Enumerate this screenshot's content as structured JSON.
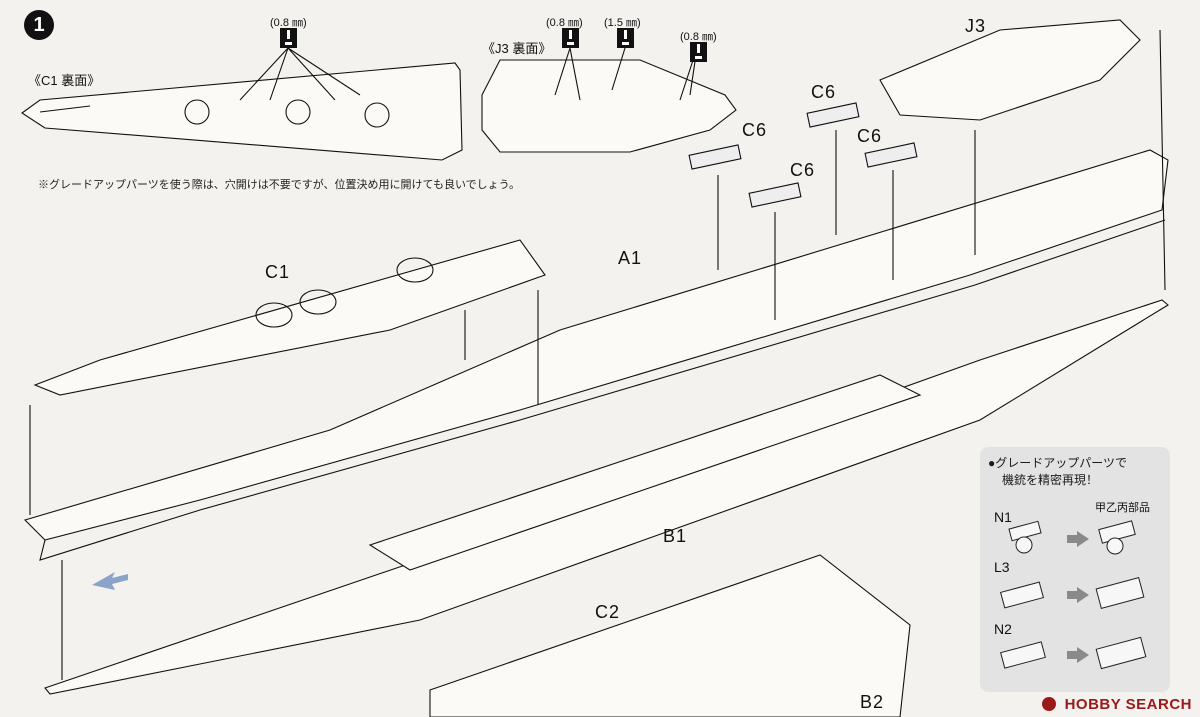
{
  "step": {
    "number": "1"
  },
  "undersides": {
    "c1_label": "《C1 裏面》",
    "j3_label": "《J3 裏面》",
    "drill_sizes": [
      "(0.8 ㎜)",
      "(0.8 ㎜)",
      "(1.5 ㎜)",
      "(0.8 ㎜)"
    ]
  },
  "note": "※グレードアップパーツを使う際は、穴開けは不要ですが、位置決め用に開けても良いでしょう。",
  "parts": {
    "c1": "C1",
    "a1": "A1",
    "j3": "J3",
    "c6": [
      "C6",
      "C6",
      "C6",
      "C6"
    ],
    "b1": "B1",
    "c2": "C2",
    "b2": "B2"
  },
  "upgrade_panel": {
    "title_line1": "●グレードアップパーツで",
    "title_line2": "機銃を精密再現！",
    "column_header": "甲乙丙部品",
    "rows": [
      {
        "part": "N1"
      },
      {
        "part": "L3"
      },
      {
        "part": "N2"
      }
    ]
  },
  "watermark": {
    "text": "HOBBY SEARCH",
    "icon": "hobbysearch-logo-icon"
  },
  "colors": {
    "line": "#111111",
    "panel": "#e3e3e3",
    "watermark": "#9a1a1a"
  }
}
